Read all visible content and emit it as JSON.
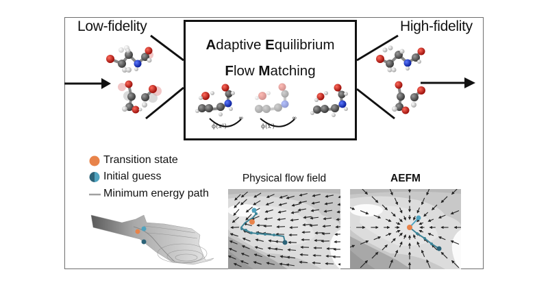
{
  "diagram": {
    "left_label": "Low-fidelity",
    "right_label": "High-fidelity",
    "method_title": {
      "line1": [
        {
          "initial": "A",
          "rest": "daptive "
        },
        {
          "initial": "E",
          "rest": "quilibrium"
        }
      ],
      "line2": [
        {
          "initial": "F",
          "rest": "low "
        },
        {
          "initial": "M",
          "rest": "atching"
        }
      ]
    },
    "center_equations": {
      "phi_x0": "ϕ(x⁰)",
      "phi_xi": "ϕ(xⁱ)"
    },
    "legend": {
      "transition_state": "Transition state",
      "initial_guess": "Initial guess",
      "minimum_energy_path": "Minimum energy path"
    },
    "panels": {
      "physical": "Physical flow field",
      "aefm": "AEFM"
    },
    "colors": {
      "transition_state": "#e8834a",
      "initial_guess_light": "#4fa3bf",
      "initial_guess_dark": "#2c6378",
      "path": "#3d8497",
      "oxygen": "#c0201a",
      "nitrogen": "#1b35c8",
      "carbon": "#5a5a5a",
      "hydrogen": "#d6d6d6"
    }
  }
}
